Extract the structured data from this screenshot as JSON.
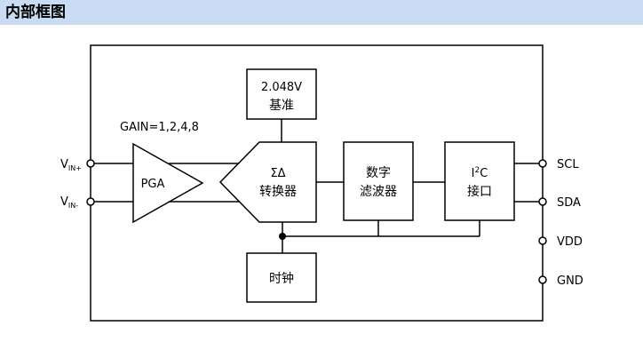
{
  "header": {
    "title": "内部框图"
  },
  "diagram": {
    "gain_label": "GAIN=1,2,4,8",
    "pga_label": "PGA",
    "ref_block": {
      "line1": "2.048V",
      "line2": "基准"
    },
    "adc_block": {
      "line1": "ΣΔ",
      "line2": "转换器"
    },
    "filter_block": {
      "line1": "数字",
      "line2": "滤波器"
    },
    "i2c_block": {
      "line1_main": "I",
      "line1_sup": "2",
      "line1_end": "C",
      "line2": "接口"
    },
    "clock_block": {
      "label": "时钟"
    },
    "pins_left": {
      "vin_plus": {
        "main": "V",
        "sub": "IN+"
      },
      "vin_minus": {
        "main": "V",
        "sub": "IN-"
      }
    },
    "pins_right": {
      "scl": "SCL",
      "sda": "SDA",
      "vdd": "VDD",
      "gnd": "GND"
    }
  }
}
